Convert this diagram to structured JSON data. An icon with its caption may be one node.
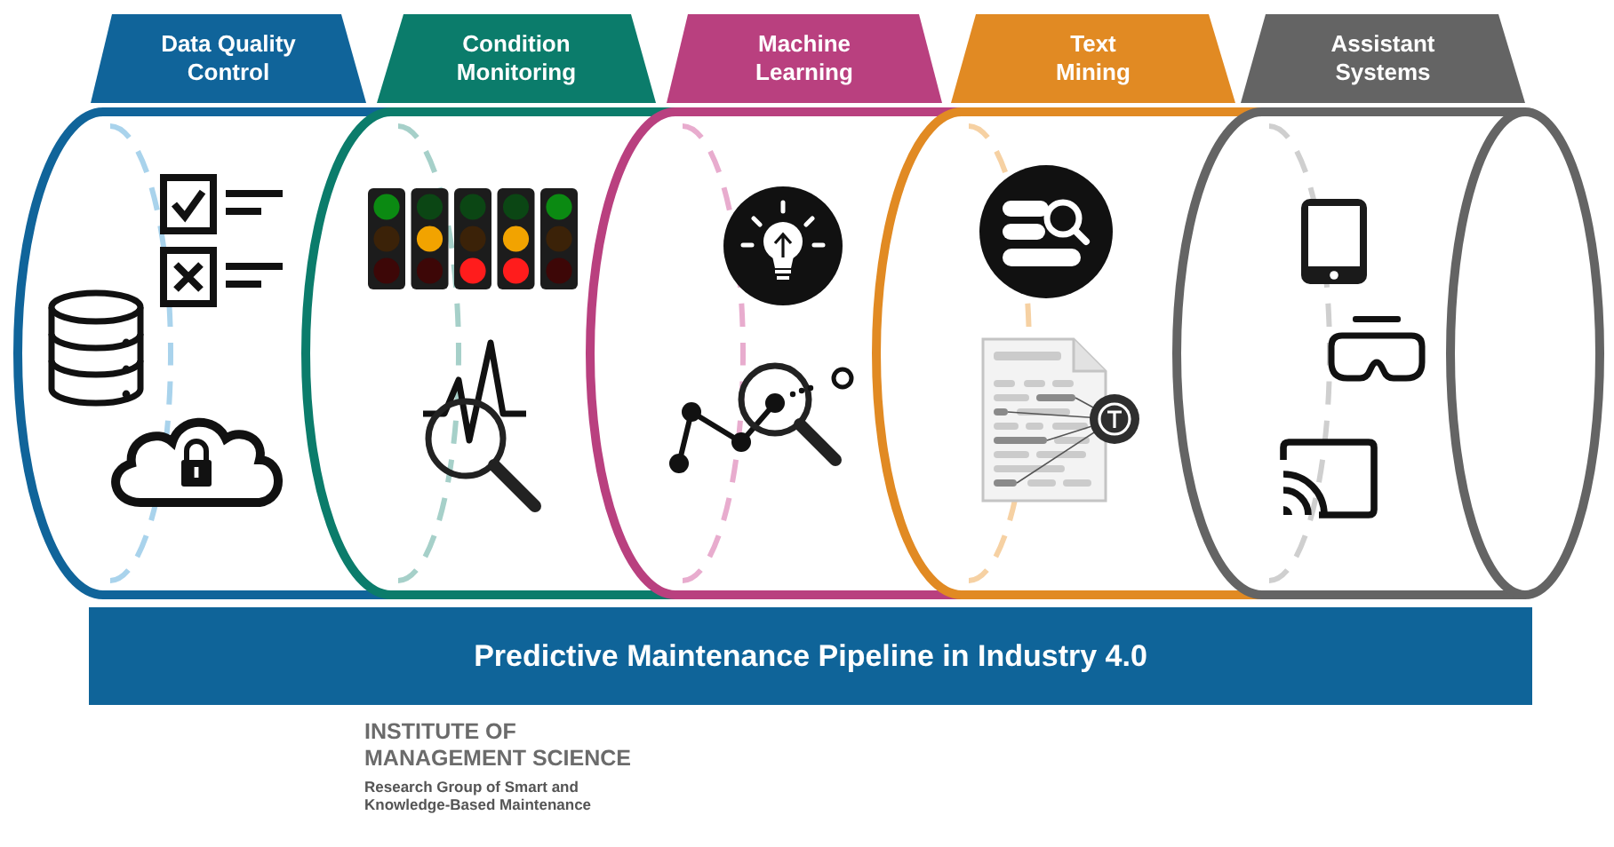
{
  "diagram": {
    "nodes": [
      {
        "text": [
          "Data Quality Control"
        ]
      },
      {
        "text": [
          "Condition Monitoring"
        ]
      },
      {
        "text": [
          "Machine Learning"
        ]
      },
      {
        "text": [
          "Text Mining"
        ]
      },
      {
        "text": [
          "Assistant Systems"
        ]
      },
      {
        "text": [
          "Predictive Maintenance Pipeline in Industry 4.0"
        ]
      }
    ],
    "labels": [
      "INSTITUTE OF MANAGEMENT SCIENCE",
      "Research Group of Smart and Knowledge-Based Maintenance"
    ]
  }
}
